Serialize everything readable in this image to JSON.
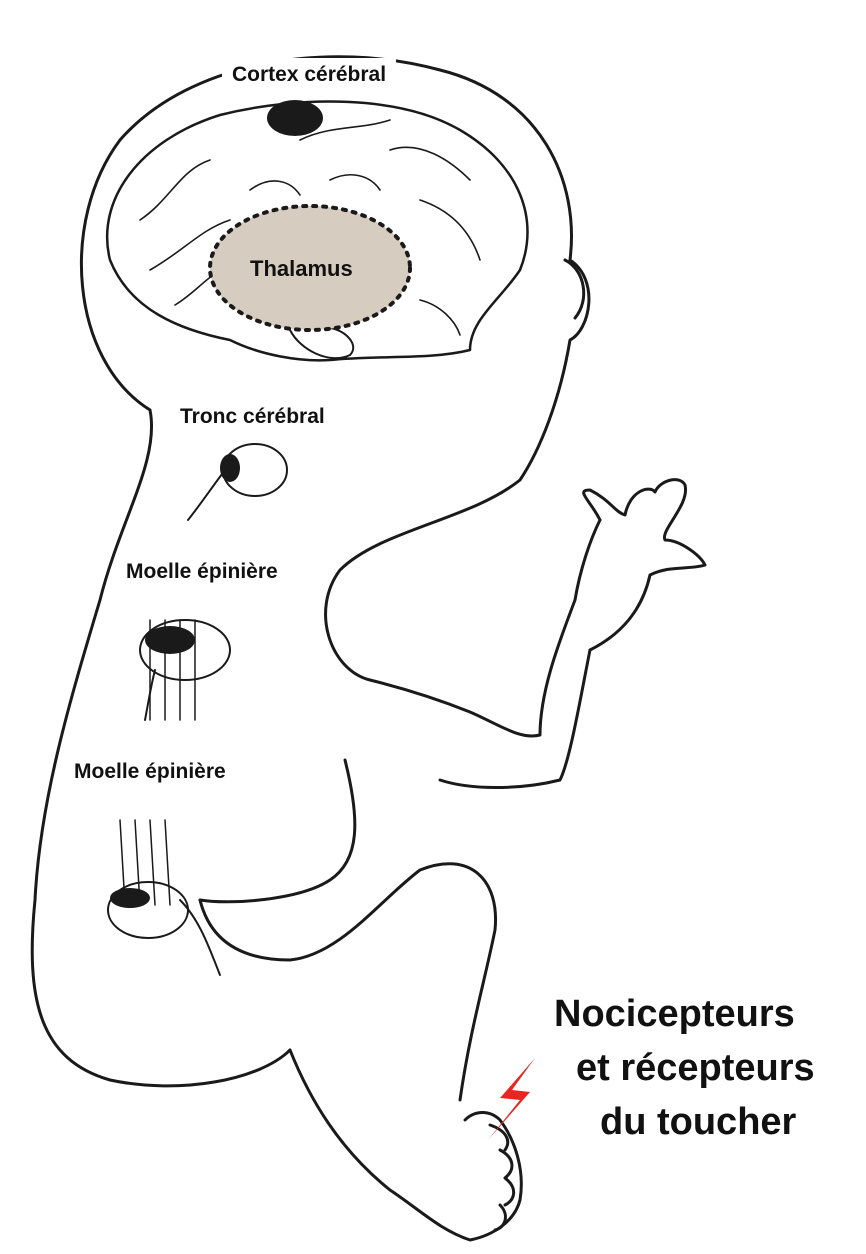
{
  "labels": {
    "cortex": "Cortex cérébral",
    "thalamus": "Thalamus",
    "tronc": "Tronc cérébral",
    "moelle_1": "Moelle épinière",
    "moelle_2": "Moelle épinière"
  },
  "caption": {
    "line1": "Nocicepteurs",
    "line2": "et récepteurs",
    "line3": "du toucher"
  },
  "colors": {
    "outline": "#1a1a1a",
    "thalamus_fill": "#d6cdc0",
    "lightning": "#e8251f"
  },
  "icons": {
    "pain_stimulus": "lightning-bolt-icon"
  }
}
